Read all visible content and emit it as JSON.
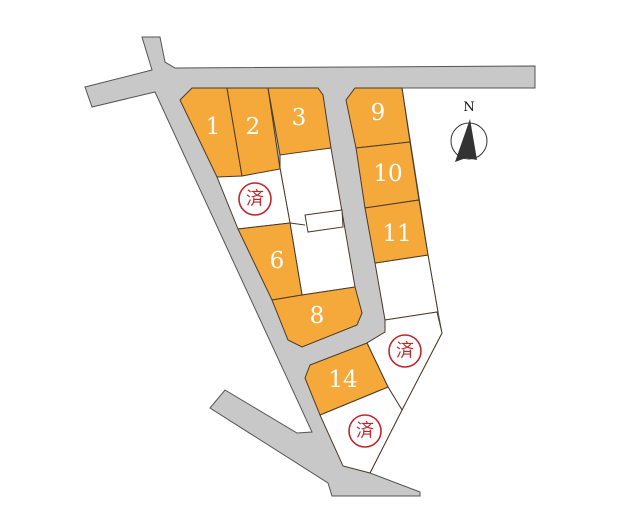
{
  "map": {
    "colors": {
      "available": "#f5a93a",
      "sold": "#ffffff",
      "road": "#c8c8c8",
      "stamp": "#c0272d"
    },
    "lots": [
      {
        "label": "1",
        "status": "available"
      },
      {
        "label": "2",
        "status": "available"
      },
      {
        "label": "3",
        "status": "available"
      },
      {
        "label": "9",
        "status": "available"
      },
      {
        "label": "10",
        "status": "available"
      },
      {
        "label": "11",
        "status": "available"
      },
      {
        "label": "6",
        "status": "available"
      },
      {
        "label": "8",
        "status": "available"
      },
      {
        "label": "14",
        "status": "available"
      }
    ],
    "sold_stamp": "済",
    "sold_count": 3,
    "compass": {
      "label": "N",
      "icon": "north-arrow-icon"
    }
  }
}
